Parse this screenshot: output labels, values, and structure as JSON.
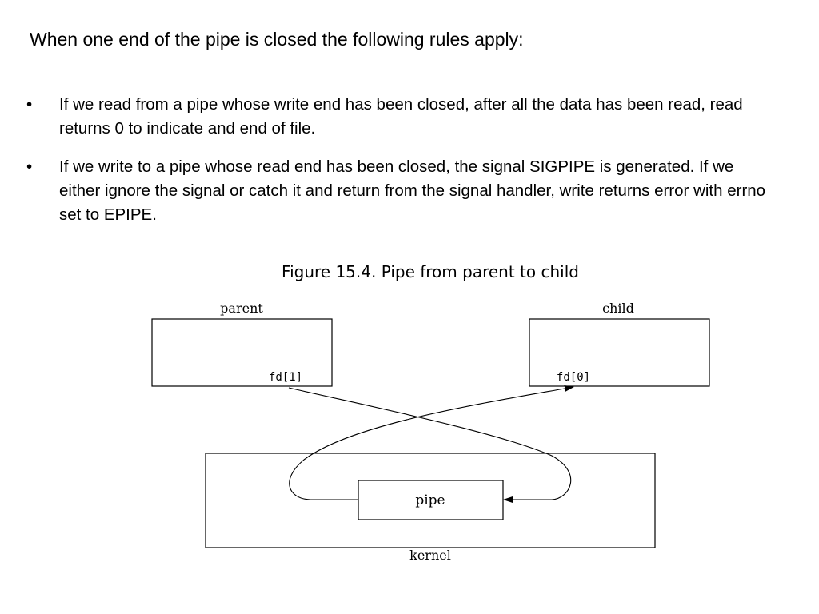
{
  "heading": "When one end of the pipe is closed the following rules apply:",
  "bullets": [
    {
      "marker": "•",
      "text": "If we read from a pipe whose write end has been closed, after all the data has been read, read returns 0 to indicate and end of file."
    },
    {
      "marker": "•",
      "text": "If we write to a pipe whose read end has been closed, the signal SIGPIPE is generated. If we either ignore the signal or catch it and return from the signal handler, write returns error with errno set to EPIPE."
    }
  ],
  "figure": {
    "caption": "Figure 15.4. Pipe from parent to child",
    "parent_label": "parent",
    "child_label": "child",
    "parent_fd": "fd[1]",
    "child_fd": "fd[0]",
    "pipe_label": "pipe",
    "kernel_label": "kernel"
  }
}
